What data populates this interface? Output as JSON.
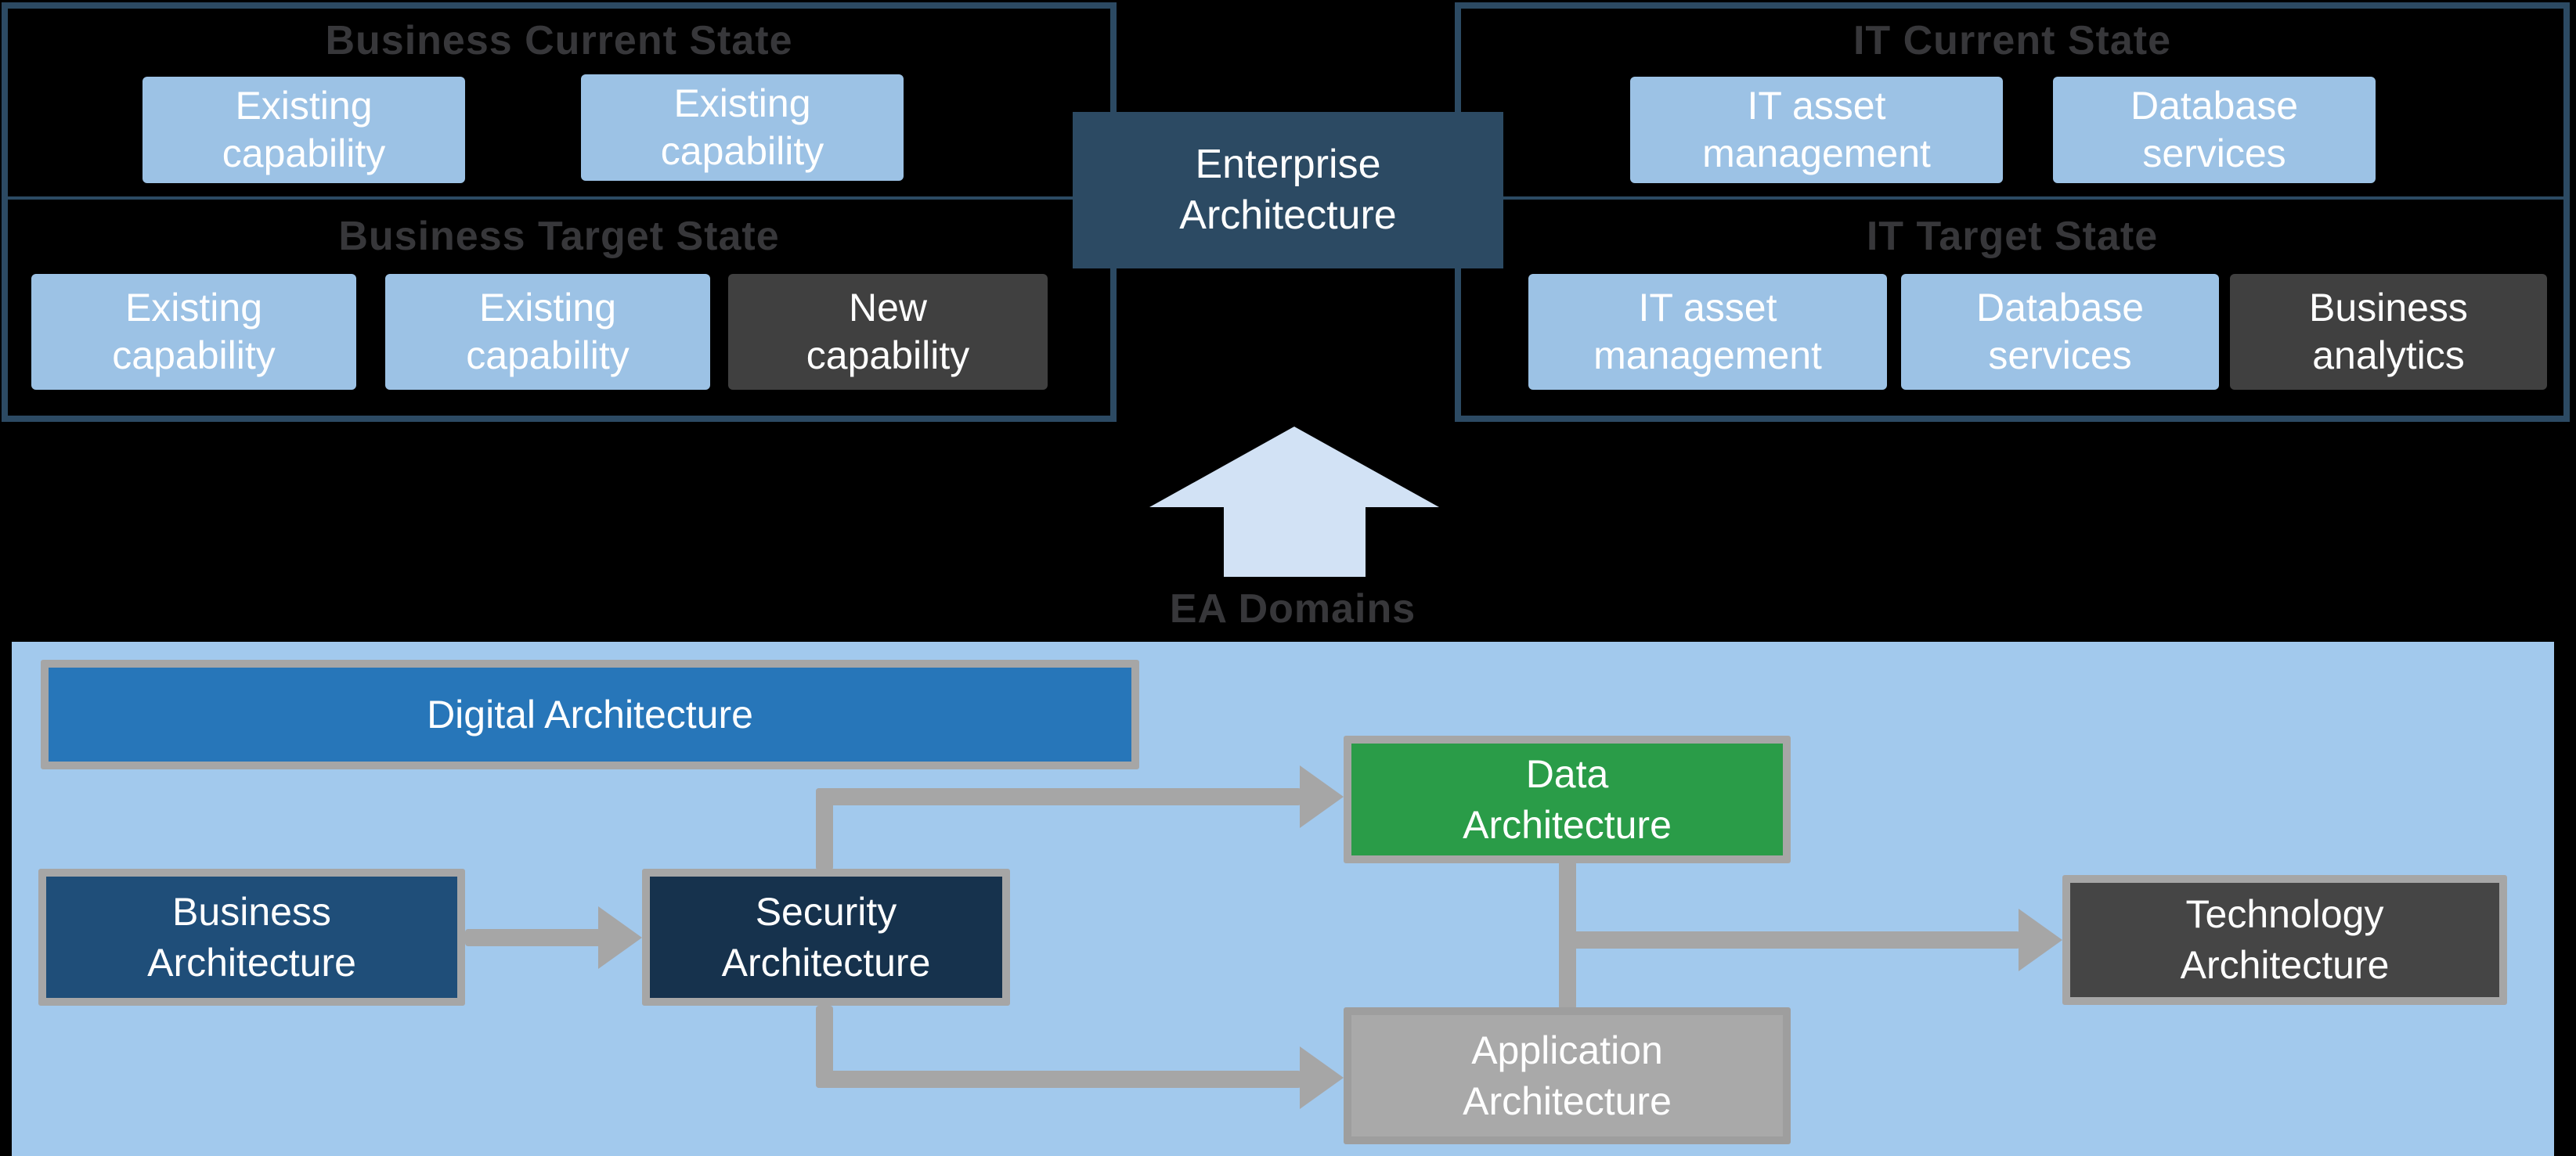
{
  "colors": {
    "bg": "#000000",
    "navy": "#2c4a63",
    "lightBox": "#9cc2e5",
    "darkBox": "#404040",
    "titleGrey": "#37373a",
    "panel": "#a2c9ed",
    "digitalBlue": "#2776b9",
    "businessBlue": "#1f4e79",
    "securityNavy": "#16324d",
    "dataGreen": "#2a9c48",
    "appFill": "#a9a9a9",
    "appBorder": "#9e9e9e",
    "techFill": "#454545",
    "connector": "#a6a6a6",
    "arrowLight": "#d2e2f5"
  },
  "top": {
    "business": {
      "current": {
        "title": "Business Current State",
        "box1": {
          "lines": [
            "Existing",
            "capability"
          ]
        },
        "box2": {
          "lines": [
            "Existing",
            "capability"
          ]
        }
      },
      "target": {
        "title": "Business Target State",
        "box1": {
          "lines": [
            "Existing",
            "capability"
          ]
        },
        "box2": {
          "lines": [
            "Existing",
            "capability"
          ]
        },
        "box3": {
          "lines": [
            "New",
            "capability"
          ]
        }
      }
    },
    "it": {
      "current": {
        "title": "IT Current State",
        "box1": {
          "lines": [
            "IT asset",
            "management"
          ]
        },
        "box2": {
          "lines": [
            "Database",
            "services"
          ]
        }
      },
      "target": {
        "title": "IT Target State",
        "box1": {
          "lines": [
            "IT asset",
            "management"
          ]
        },
        "box2": {
          "lines": [
            "Database",
            "services"
          ]
        },
        "box3": {
          "lines": [
            "Business",
            "analytics"
          ]
        }
      }
    },
    "ea": {
      "lines": [
        "Enterprise",
        "Architecture"
      ]
    },
    "ea_domains_label": "EA Domains"
  },
  "bottom": {
    "digital": {
      "lines": [
        "Digital Architecture"
      ]
    },
    "business": {
      "lines": [
        "Business",
        "Architecture"
      ]
    },
    "security": {
      "lines": [
        "Security",
        "Architecture"
      ]
    },
    "data": {
      "lines": [
        "Data",
        "Architecture"
      ]
    },
    "application": {
      "lines": [
        "Application",
        "Architecture"
      ]
    },
    "technology": {
      "lines": [
        "Technology",
        "Architecture"
      ]
    }
  }
}
